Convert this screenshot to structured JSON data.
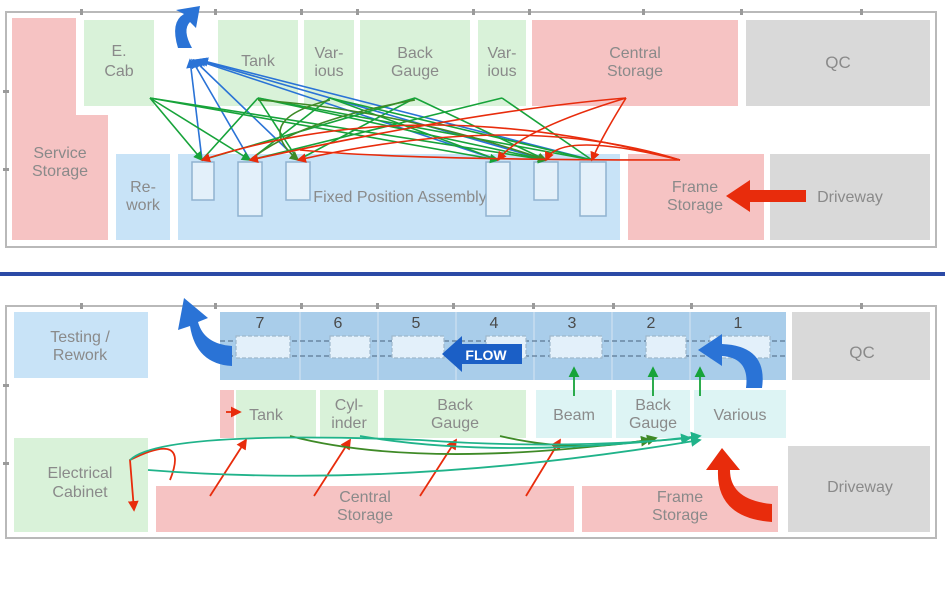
{
  "colors": {
    "pink": "#f6c3c3",
    "green": "#d9f2d9",
    "blue": "#c8e3f7",
    "blue_dark": "#a9cdea",
    "gray": "#d9d9d9",
    "cyan": "#ddf4f4",
    "text": "#8a8a8a",
    "divider": "#2b4aa6",
    "arrow_red": "#e82c0c",
    "arrow_blue": "#2a73d6",
    "arrow_green": "#17a33a",
    "arrow_dkgreen": "#3f8a27",
    "arrow_teal": "#20b38a"
  },
  "before": {
    "service_storage": [
      "Service",
      "Storage"
    ],
    "e_cab": [
      "E.",
      "Cab"
    ],
    "tank": [
      "Tank"
    ],
    "various_1": [
      "Var-",
      "ious"
    ],
    "back_gauge": [
      "Back",
      "Gauge"
    ],
    "various_2": [
      "Var-",
      "ious"
    ],
    "central_storage": [
      "Central",
      "Storage"
    ],
    "qc": [
      "QC"
    ],
    "rework": [
      "Re-",
      "work"
    ],
    "fixed_position_assembly": [
      "Fixed Position Assembly"
    ],
    "frame_storage": [
      "Frame",
      "Storage"
    ],
    "driveway": [
      "Driveway"
    ]
  },
  "after": {
    "testing_rework": [
      "Testing /",
      "Rework"
    ],
    "stations": [
      "7",
      "6",
      "5",
      "4",
      "3",
      "2",
      "1"
    ],
    "flow_label": "FLOW",
    "qc": [
      "QC"
    ],
    "tank": [
      "Tank"
    ],
    "cylinder": [
      "Cyl-",
      "inder"
    ],
    "back_gauge_1": [
      "Back",
      "Gauge"
    ],
    "beam": [
      "Beam"
    ],
    "back_gauge_2": [
      "Back",
      "Gauge"
    ],
    "various": [
      "Various"
    ],
    "electrical_cabinet": [
      "Electrical",
      "Cabinet"
    ],
    "central_storage": [
      "Central",
      "Storage"
    ],
    "frame_storage": [
      "Frame",
      "Storage"
    ],
    "driveway": [
      "Driveway"
    ]
  }
}
